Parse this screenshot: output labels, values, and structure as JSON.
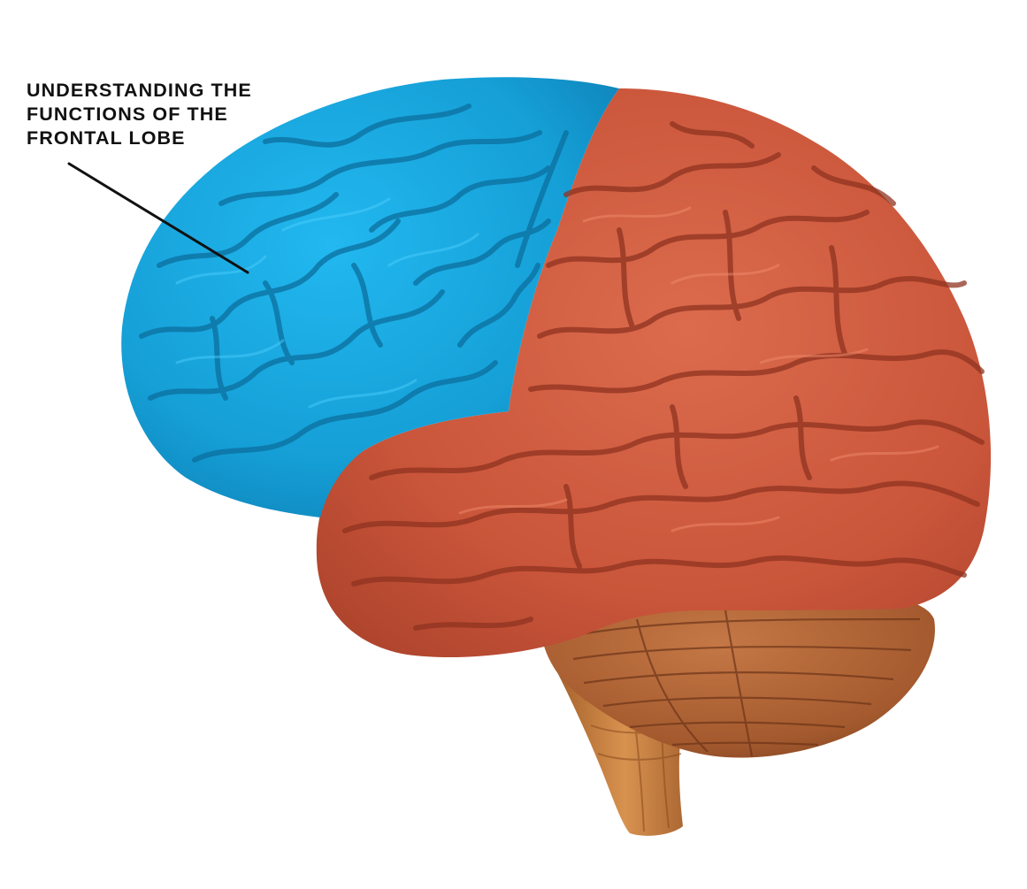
{
  "caption": {
    "lines": [
      "UNDERSTANDING THE",
      "FUNCTIONS OF THE",
      "FRONTAL LOBE"
    ]
  },
  "regions": {
    "frontal_lobe": {
      "color": "#1aa3d9",
      "icon": "frontal-lobe"
    },
    "other_cortex": {
      "color": "#c95539",
      "icon": "cerebral-cortex"
    },
    "cerebellum": {
      "color": "#a45a2e",
      "icon": "cerebellum"
    },
    "brainstem": {
      "color": "#c07a3e",
      "icon": "brainstem"
    }
  }
}
